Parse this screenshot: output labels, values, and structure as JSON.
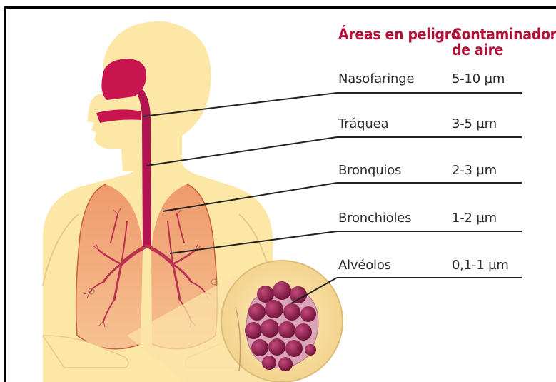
{
  "headers": {
    "areas": "Áreas en peligro",
    "contaminants": "Contaminadores de aire"
  },
  "rows": [
    {
      "area": "Nasofaringe",
      "size": "5-10 µm"
    },
    {
      "area": "Tráquea",
      "size": "3-5 µm"
    },
    {
      "area": "Bronquios",
      "size": "2-3 µm"
    },
    {
      "area": "Bronchioles",
      "size": "1-2 µm"
    },
    {
      "area": "Alvéolos",
      "size": "0,1-1 µm"
    }
  ],
  "colors": {
    "header_text": "#b0123a",
    "skin": "#fde7a6",
    "lung": "#e8855a",
    "airway": "#b01450",
    "alveoli": "#8b1a4a",
    "leader_lines": "#222222"
  }
}
